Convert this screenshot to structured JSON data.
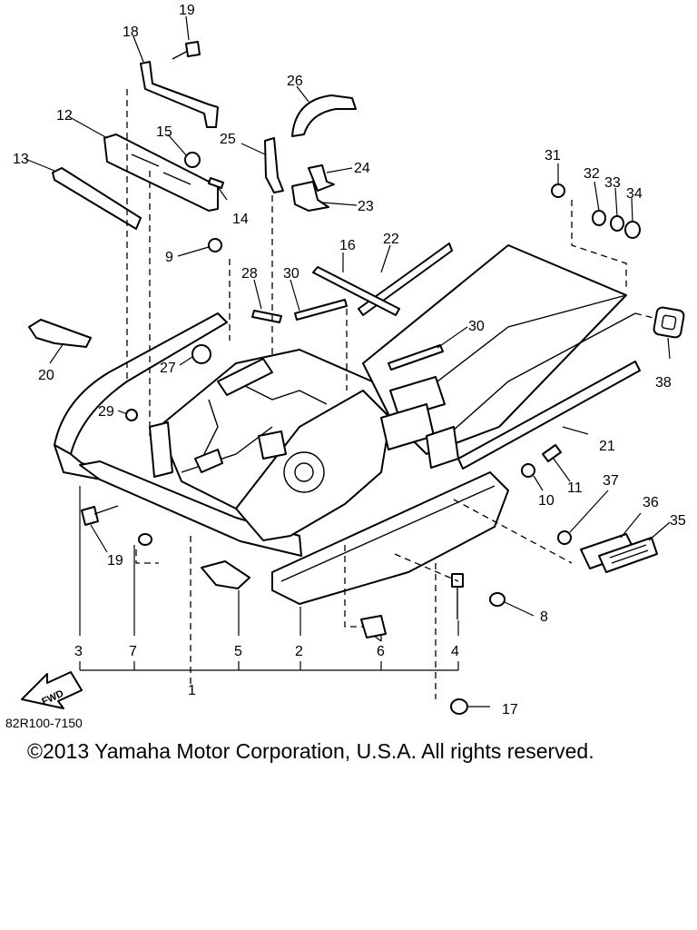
{
  "diagram": {
    "callouts": [
      "1",
      "2",
      "3",
      "4",
      "5",
      "6",
      "7",
      "8",
      "9",
      "10",
      "11",
      "12",
      "13",
      "14",
      "15",
      "16",
      "17",
      "18",
      "19",
      "19",
      "20",
      "21",
      "22",
      "23",
      "24",
      "25",
      "26",
      "27",
      "28",
      "29",
      "30",
      "30",
      "31",
      "32",
      "33",
      "34",
      "35",
      "36",
      "37",
      "38"
    ],
    "fwd_label": "FWD",
    "ref_code": "82R100-7150",
    "copyright": "©2013 Yamaha Motor Corporation, U.S.A. All rights reserved."
  }
}
